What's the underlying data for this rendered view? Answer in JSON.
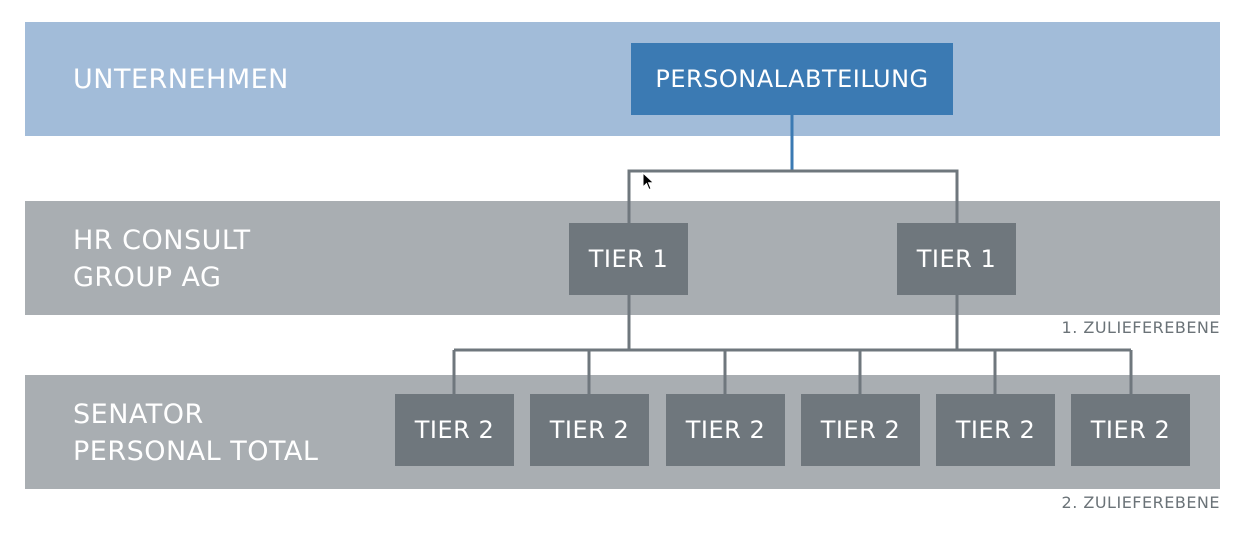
{
  "bands": {
    "company": "UNTERNEHMEN",
    "tier1_org": "HR CONSULT\nGROUP AG",
    "tier2_org": "SENATOR\nPERSONAL TOTAL"
  },
  "root": {
    "label": "PERSONALABTEILUNG"
  },
  "tier1": [
    {
      "label": "TIER 1"
    },
    {
      "label": "TIER 1"
    }
  ],
  "tier2": [
    {
      "label": "TIER 2"
    },
    {
      "label": "TIER 2"
    },
    {
      "label": "TIER 2"
    },
    {
      "label": "TIER 2"
    },
    {
      "label": "TIER 2"
    },
    {
      "label": "TIER 2"
    }
  ],
  "levels": {
    "first": "1. ZULIEFEREBENE",
    "second": "2. ZULIEFEREBENE"
  },
  "colors": {
    "company_band": "#a2bcd9",
    "supplier_band": "#a9aeb2",
    "root_box": "#3b7ab3",
    "tier_box": "#6f777d",
    "connector": "#6f777d",
    "root_connector": "#3b7ab3"
  }
}
